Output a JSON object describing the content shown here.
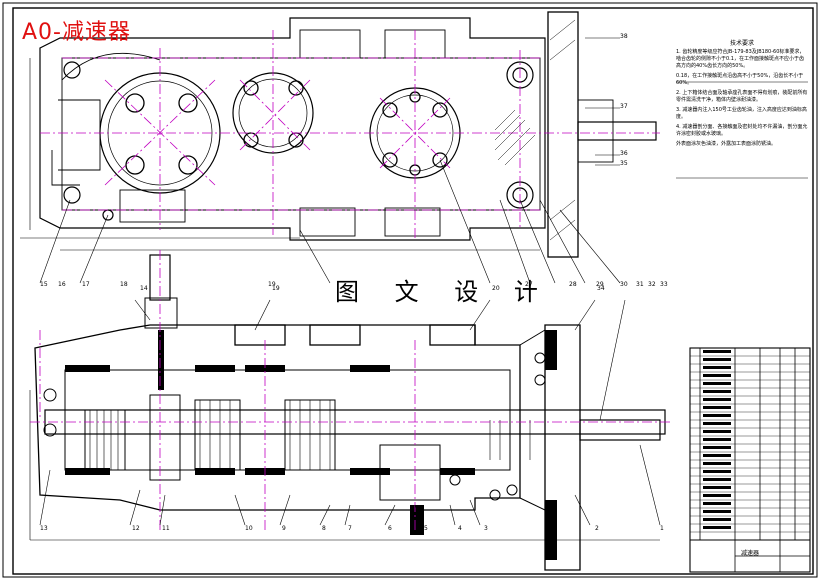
{
  "title": "A0-减速器",
  "watermark": "图 文 设 计",
  "technical_notes": {
    "title": "技术要求",
    "paragraphs": [
      "1. 齿轮精度等级应符合JB-179-83及JB180-60标准要求，啮合齿轮的侧隙不小于0.1，在工作面接触斑点不应小于齿高方向的40%齿长方向的50%。",
      "0.18，在工作接触斑点沿齿高不小于50%，沿齿长不小于60%。",
      "2. 上下箱体结合面及轴承座孔表面不得有划痕，装配前所有零件需清洗干净，箱体内壁涂耐油漆。",
      "3. 减速器内注入150号工业齿轮油，注入高度应达到油标高度。",
      "4. 减速器剖分面、各接触面及密封处均不许漏油，剖分面允许涂密封胶或水玻璃。",
      "外表面涂灰色油漆，外露加工表面涂防锈油。"
    ]
  },
  "top_view_callouts": [
    "38",
    "37",
    "36",
    "35",
    "33",
    "32",
    "31",
    "30",
    "29",
    "28",
    "27",
    "19",
    "18",
    "17",
    "16",
    "15"
  ],
  "front_view_callouts": [
    "1",
    "2",
    "3",
    "4",
    "5",
    "6",
    "7",
    "8",
    "9",
    "10",
    "11",
    "12",
    "13",
    "14",
    "19",
    "20",
    "34"
  ],
  "parts_list_title": "减速器",
  "colors": {
    "outline": "#000000",
    "centerline": "#c000c0",
    "title": "#e01010",
    "background": "#ffffff"
  }
}
